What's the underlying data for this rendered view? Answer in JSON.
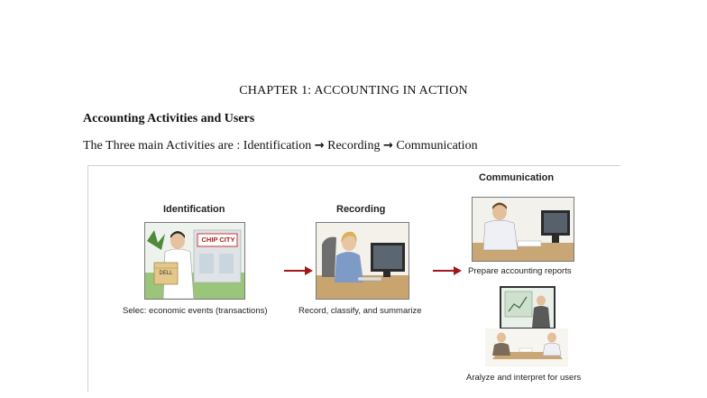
{
  "document": {
    "chapter_title": "CHAPTER 1: ACCOUNTING IN ACTION",
    "section_heading": "Accounting Activities and Users",
    "sentence": {
      "prefix": "The Three main Activities are : ",
      "steps": [
        "Identification",
        "Recording",
        "Communication"
      ],
      "arrow": "→"
    }
  },
  "figure": {
    "stages": {
      "identification": {
        "title": "Identification",
        "caption": "Selec: economic events (transactions)",
        "sign_text": "CHIP CITY",
        "box_text": "DELL"
      },
      "recording": {
        "title": "Recording",
        "caption": "Record, classify, and summarize"
      },
      "communication": {
        "title": "Communication",
        "caption_reports": "Prepare accounting reports",
        "caption_users": "Aralyze and interpret for users"
      }
    },
    "arrow_color": "#a01818"
  }
}
